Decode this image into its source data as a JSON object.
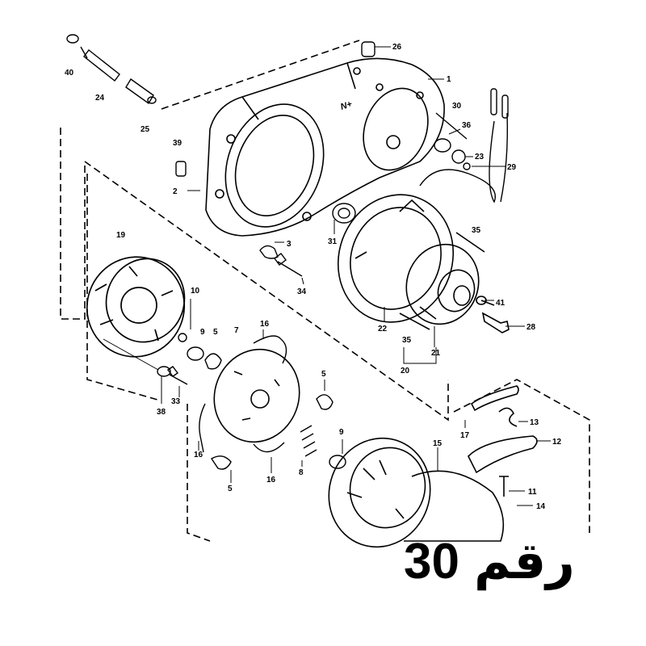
{
  "caption": {
    "number": "30",
    "word": "رقم"
  },
  "cover_marking": "N+",
  "callouts": [
    {
      "id": "p40",
      "label": "40"
    },
    {
      "id": "p24",
      "label": "24"
    },
    {
      "id": "p25",
      "label": "25"
    },
    {
      "id": "p26",
      "label": "26"
    },
    {
      "id": "p1",
      "label": "1"
    },
    {
      "id": "p30",
      "label": "30"
    },
    {
      "id": "p36",
      "label": "36"
    },
    {
      "id": "p23",
      "label": "23"
    },
    {
      "id": "p29",
      "label": "29"
    },
    {
      "id": "p39",
      "label": "39"
    },
    {
      "id": "p2",
      "label": "2"
    },
    {
      "id": "p31",
      "label": "31"
    },
    {
      "id": "p3",
      "label": "3"
    },
    {
      "id": "p34",
      "label": "34"
    },
    {
      "id": "p35a",
      "label": "35"
    },
    {
      "id": "p41",
      "label": "41"
    },
    {
      "id": "p28",
      "label": "28"
    },
    {
      "id": "p22",
      "label": "22"
    },
    {
      "id": "p35b",
      "label": "35"
    },
    {
      "id": "p21",
      "label": "21"
    },
    {
      "id": "p20",
      "label": "20"
    },
    {
      "id": "p19",
      "label": "19"
    },
    {
      "id": "p10",
      "label": "10"
    },
    {
      "id": "p9a",
      "label": "9"
    },
    {
      "id": "p5a",
      "label": "5"
    },
    {
      "id": "p7",
      "label": "7"
    },
    {
      "id": "p16a",
      "label": "16"
    },
    {
      "id": "p38",
      "label": "38"
    },
    {
      "id": "p33",
      "label": "33"
    },
    {
      "id": "p5b",
      "label": "5"
    },
    {
      "id": "p16b",
      "label": "16"
    },
    {
      "id": "p5c",
      "label": "5"
    },
    {
      "id": "p16c",
      "label": "16"
    },
    {
      "id": "p8",
      "label": "8"
    },
    {
      "id": "p9b",
      "label": "9"
    },
    {
      "id": "p17",
      "label": "17"
    },
    {
      "id": "p13",
      "label": "13"
    },
    {
      "id": "p12",
      "label": "12"
    },
    {
      "id": "p15",
      "label": "15"
    },
    {
      "id": "p11",
      "label": "11"
    },
    {
      "id": "p14",
      "label": "14"
    }
  ]
}
